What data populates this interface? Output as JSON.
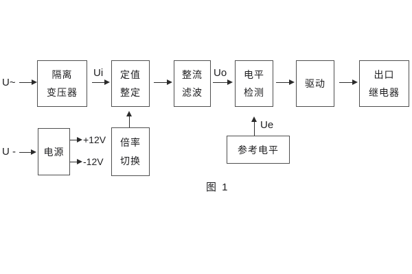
{
  "diagram": {
    "caption": "图 1",
    "inputs": {
      "ac": "U~",
      "dc": "U -"
    },
    "signals": {
      "ui": "Ui",
      "uo": "Uo",
      "ue": "Ue",
      "plus12v": "+12V",
      "minus12v": "-12V"
    },
    "blocks": {
      "isolation": {
        "line1": "隔离",
        "line2": "变压器"
      },
      "setting": {
        "line1": "定值",
        "line2": "整定"
      },
      "rectifier": {
        "line1": "整流",
        "line2": "滤波"
      },
      "level": {
        "line1": "电平",
        "line2": "检测"
      },
      "drive": {
        "label": "驱动"
      },
      "relay": {
        "line1": "出口",
        "line2": "继电器"
      },
      "power": {
        "label": "电源"
      },
      "ratio": {
        "line1": "倍率",
        "line2": "切换"
      },
      "reference": {
        "label": "参考电平"
      }
    },
    "colors": {
      "line": "#2b2b2b",
      "border": "#4d4d4d",
      "text": "#1d1d1f",
      "background": "#ffffff"
    }
  }
}
